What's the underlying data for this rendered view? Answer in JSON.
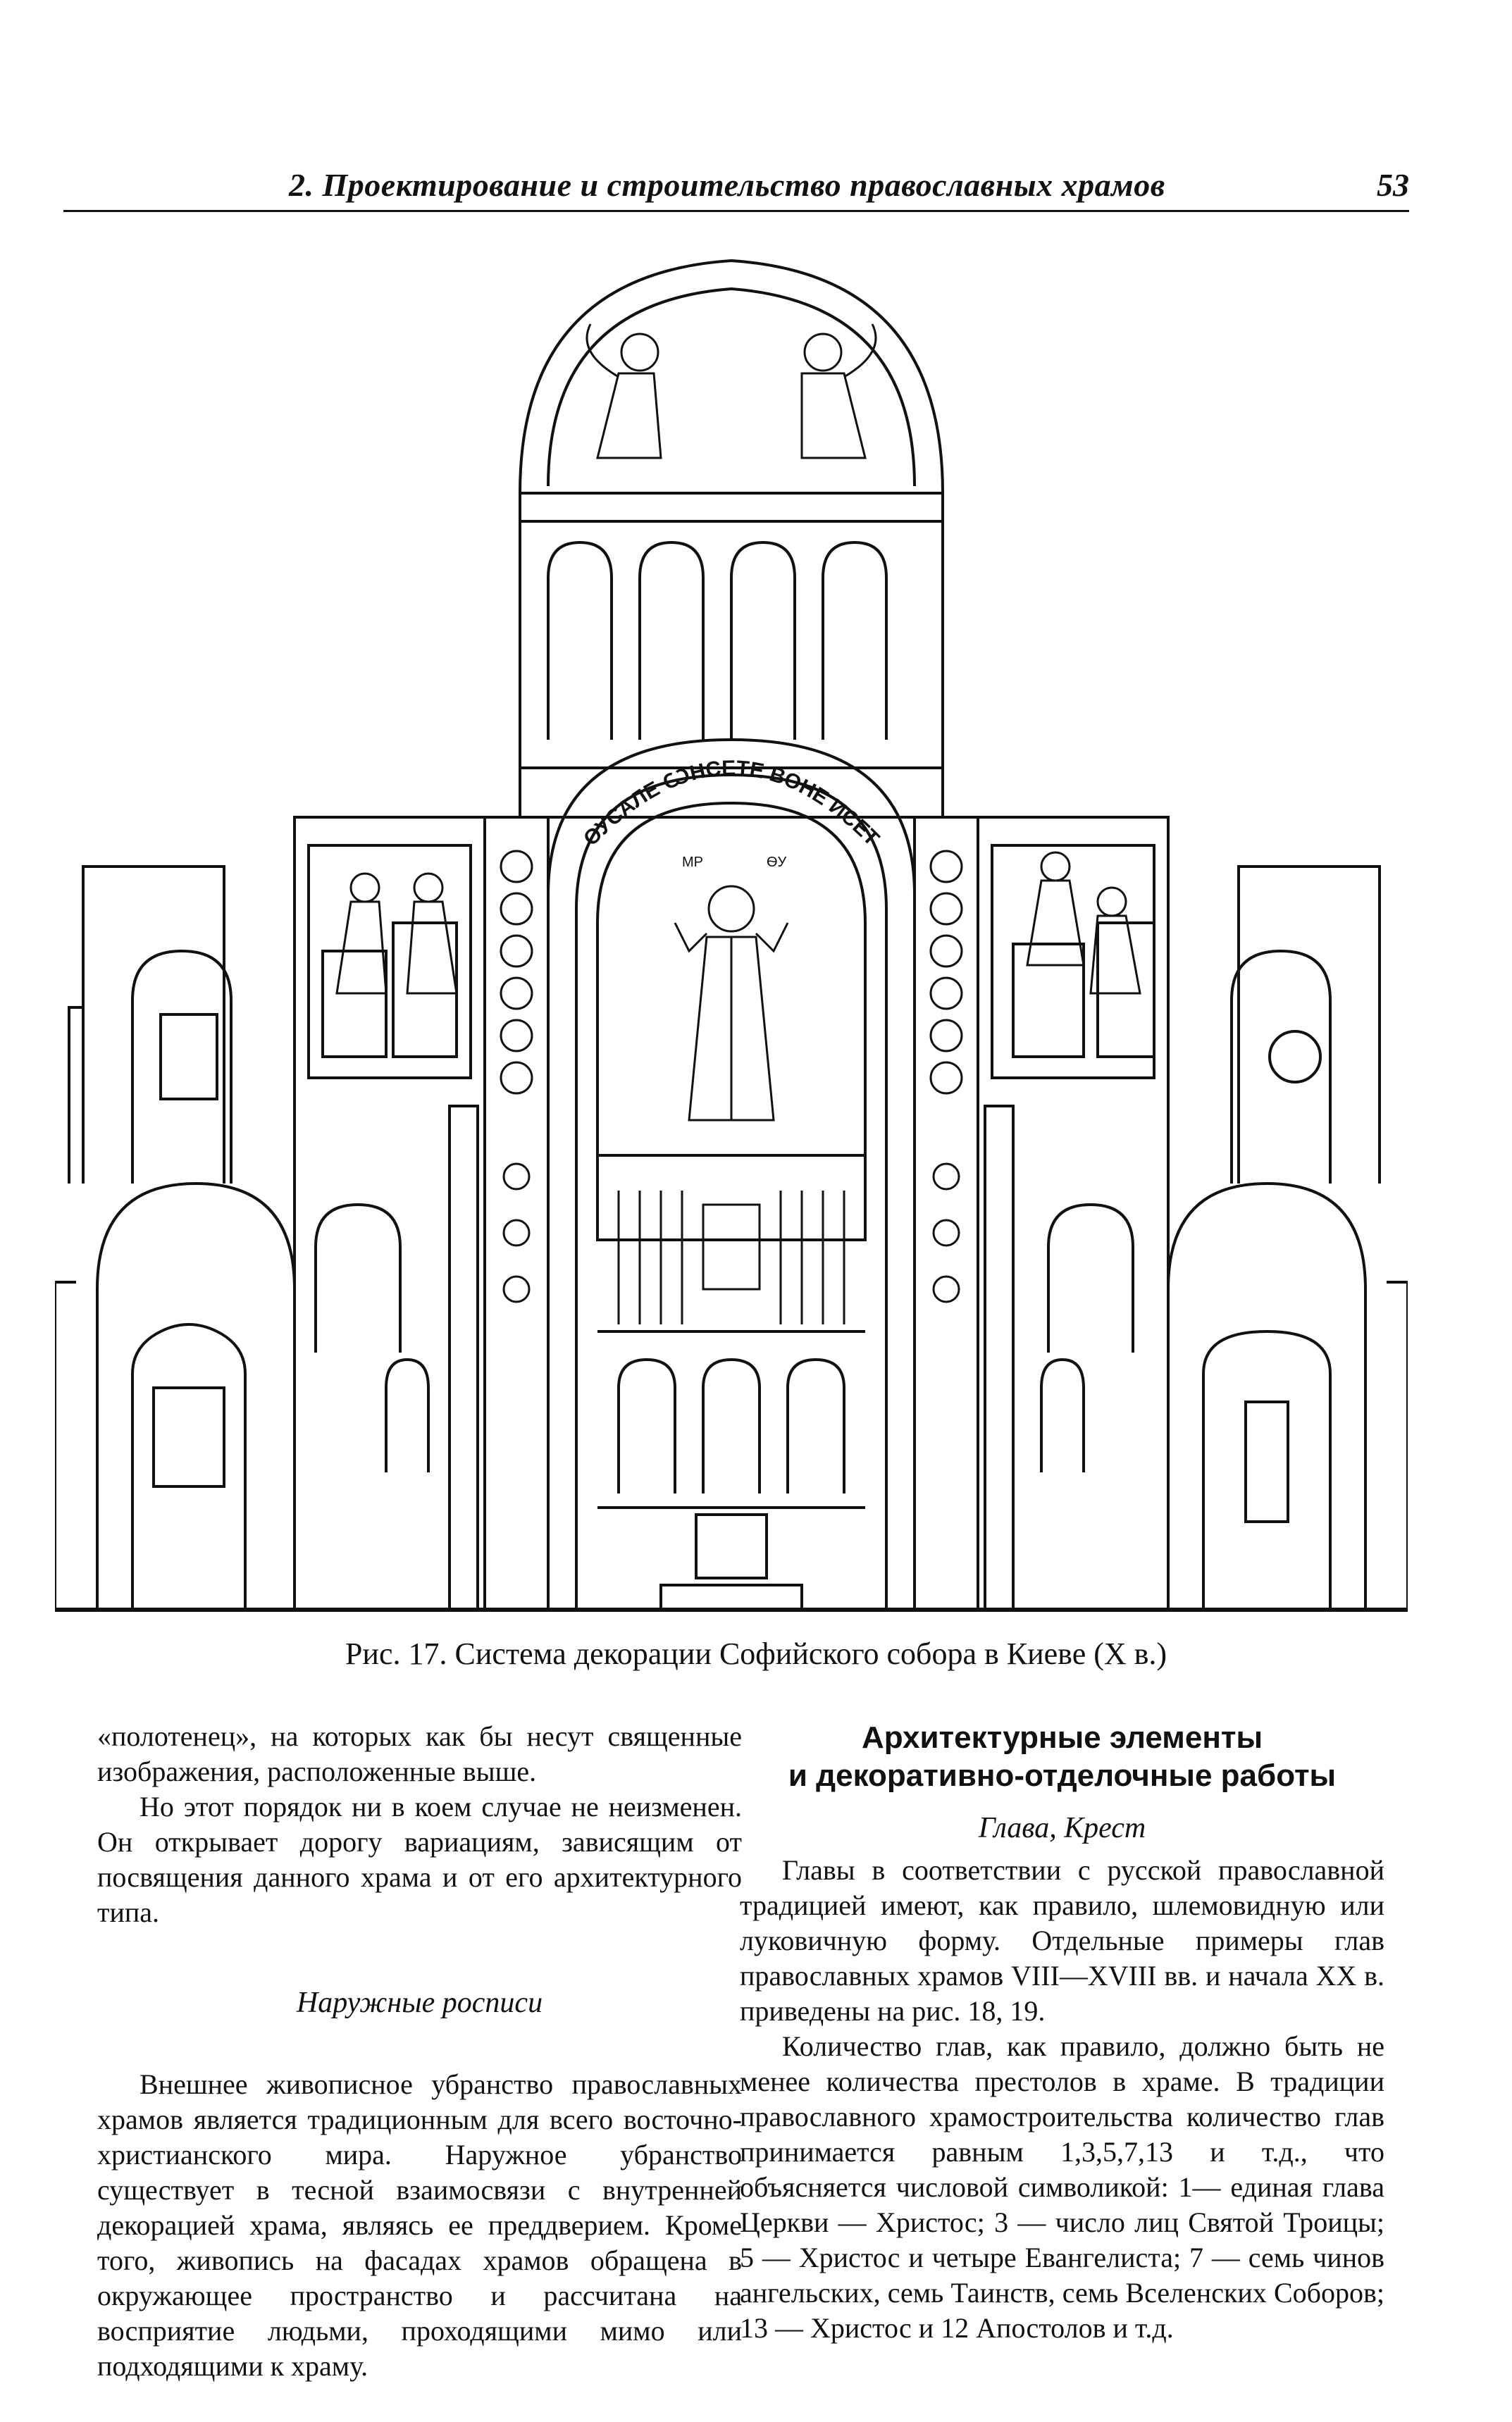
{
  "header": {
    "title": "2. Проектирование и строительство православных храмов",
    "page_number": "53"
  },
  "figure": {
    "caption": "Рис. 17. Система декорации Софийского собора в Киеве (X в.)",
    "dome_inscription": "ОУСАЛЕ ѠНСЕТЕ ВОНЕ ИСЕТ",
    "icon_letters_left": "МР",
    "icon_letters_right": "ѲУ"
  },
  "left_column": {
    "p1": "«полотенец», на которых как бы несут священные изображения, расположенные выше.",
    "p2": "Но этот порядок ни в коем случае не неизменен. Он открывает дорогу вариациям, зависящим от посвящения данного храма и от его архитектурного типа.",
    "section_title": "Наружные росписи",
    "p3": "Внешнее живописное убранство православных храмов является традиционным для всего восточно-христианского мира. Наружное убранство существует в тесной взаимосвязи с внутренней декорацией храма, являясь ее преддверием. Кроме того, живопись на фасадах храмов обращена в окружающее пространство и рассчитана на восприятие людьми, проходящими мимо или подходящими к храму."
  },
  "right_column": {
    "heading_line1": "Архитектурные элементы",
    "heading_line2": "и декоративно-отделочные работы",
    "subheading": "Глава, Крест",
    "p1": "Главы в соответствии с русской православной традицией имеют, как правило, шлемовидную или луковичную форму. Отдельные примеры глав православных храмов VIII—XVIII вв. и начала XX в. приведены на рис. 18, 19.",
    "p2": "Количество глав, как правило, должно быть не менее количества престолов в храме. В традиции православного храмостроительства количество глав принимается равным 1,3,5,7,13 и т.д., что объясняется числовой символикой: 1— единая глава Церкви — Христос; 3 — число лиц Святой Троицы; 5 — Христос и четыре Евангелиста; 7 — семь чинов ангельских, семь Таинств, семь Вселенских Соборов; 13 — Христос и 12 Апостолов и т.д."
  }
}
